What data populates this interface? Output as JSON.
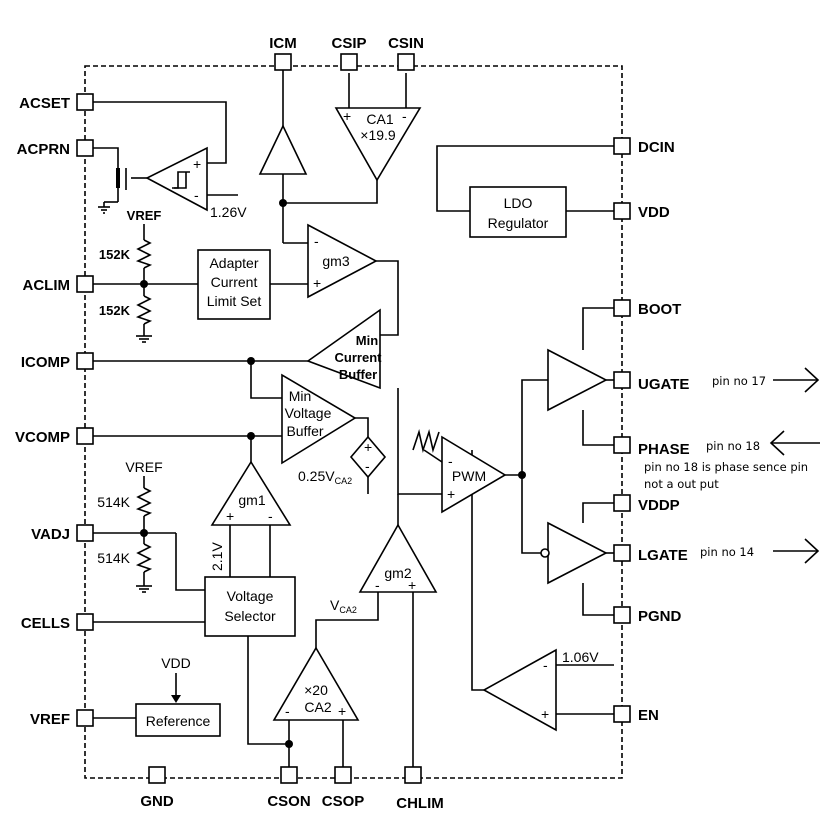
{
  "pins": {
    "acset": "ACSET",
    "acprn": "ACPRN",
    "aclim": "ACLIM",
    "icomp": "ICOMP",
    "vcomp": "VCOMP",
    "vadj": "VADJ",
    "cells": "CELLS",
    "vref": "VREF",
    "gnd": "GND",
    "cson": "CSON",
    "csop": "CSOP",
    "chlim": "CHLIM",
    "icm": "ICM",
    "csip": "CSIP",
    "csin": "CSIN",
    "dcin": "DCIN",
    "vdd": "VDD",
    "boot": "BOOT",
    "ugate": "UGATE",
    "phase": "PHASE",
    "vddp": "VDDP",
    "lgate": "LGATE",
    "pgnd": "PGND",
    "en": "EN"
  },
  "blocks": {
    "ca1_name": "CA1",
    "ca1_gain": "×19.9",
    "ldo_line1": "LDO",
    "ldo_line2": "Regulator",
    "gm3": "gm3",
    "adapter_line1": "Adapter",
    "adapter_line2": "Current",
    "adapter_line3": "Limit Set",
    "min_current_line1": "Min",
    "min_current_line2": "Current",
    "min_current_line3": "Buffer",
    "min_voltage_line1": "Min",
    "min_voltage_line2": "Voltage",
    "min_voltage_line3": "Buffer",
    "pwm": "PWM",
    "gm1": "gm1",
    "gm2": "gm2",
    "voltage_selector_line1": "Voltage",
    "voltage_selector_line2": "Selector",
    "ca2_gain": "×20",
    "ca2_name": "CA2",
    "reference": "Reference"
  },
  "labels": {
    "v126": "1.26V",
    "vref_top": "VREF",
    "r152k_a": "152K",
    "r152k_b": "152K",
    "vref_mid": "VREF",
    "r514k_a": "514K",
    "r514k_b": "514K",
    "v21": "2.1V",
    "vca2_main": "V",
    "vca2_sub": "CA2",
    "v025_main": "0.25V",
    "v025_sub": "CA2",
    "vdd_ref": "VDD",
    "v106": "1.06V"
  },
  "annotations": {
    "ugate_note": "pin no 17",
    "phase_note": "pin no 18",
    "phase_note2_line1": "pin no 18 is phase sence pin",
    "phase_note2_line2": "not  a out put",
    "lgate_note": "pin no 14"
  }
}
